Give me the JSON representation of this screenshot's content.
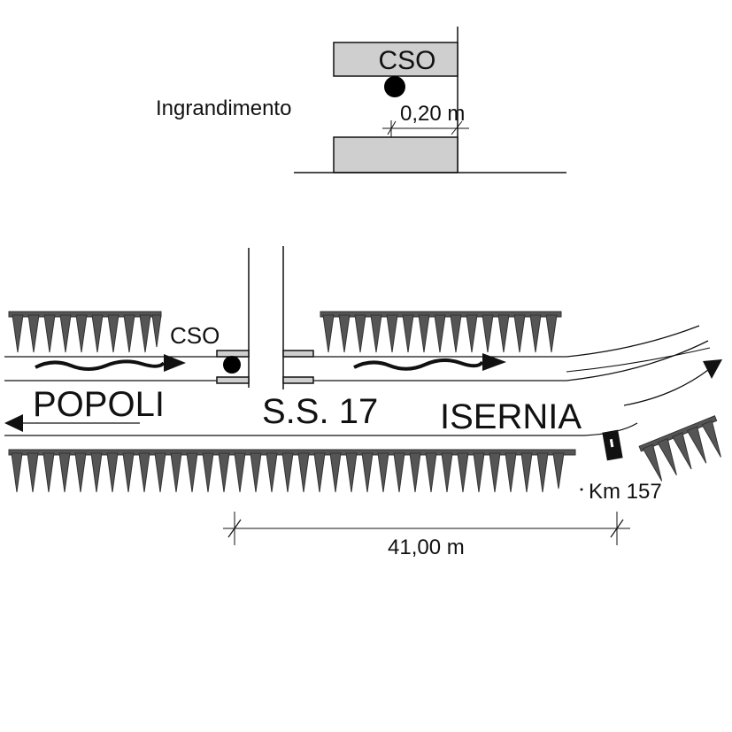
{
  "detail": {
    "title": "Ingrandimento",
    "box_label": "CSO",
    "gap_dimension": "0,20 m"
  },
  "plan": {
    "cso_label": "CSO",
    "direction_left": "POPOLI",
    "road_name": "S.S. 17",
    "direction_right": "ISERNIA",
    "km_marker": "Km 157",
    "length_dimension": "41,00 m"
  },
  "colors": {
    "ink": "#111111",
    "box_fill": "#cfcfcf",
    "tree_fill": "#555555"
  }
}
